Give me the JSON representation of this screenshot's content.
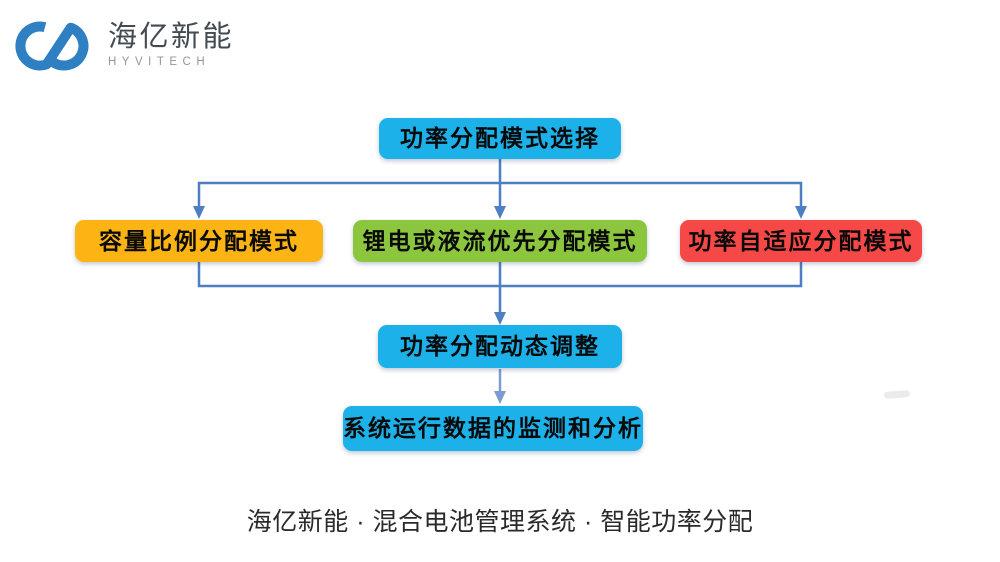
{
  "brand": {
    "name": "海亿新能",
    "subtitle": "HYVITECH"
  },
  "colors": {
    "logo_blue": "#2e80c3",
    "brand_name": "#424a52",
    "brand_subtitle": "#90979e",
    "node_text": "#0a0a0a",
    "node_blue": "#1cb1e9",
    "node_yellow": "#fcb415",
    "node_green": "#8cc63e",
    "node_red": "#f64947",
    "connector": "#4d7fc3",
    "connector_light": "#7b9cd2",
    "caption_text": "#2a2a2a"
  },
  "flowchart": {
    "nodes": [
      {
        "id": "mode-select",
        "label": "功率分配模式选择"
      },
      {
        "id": "capacity-ratio",
        "label": "容量比例分配模式"
      },
      {
        "id": "li-flow-priority",
        "label": "锂电或液流优先分配模式"
      },
      {
        "id": "power-adaptive",
        "label": "功率自适应分配模式"
      },
      {
        "id": "dynamic-adjust",
        "label": "功率分配动态调整"
      },
      {
        "id": "monitor-analysis",
        "label": "系统运行数据的监测和分析"
      }
    ]
  },
  "caption": "海亿新能 · 混合电池管理系统 · 智能功率分配"
}
